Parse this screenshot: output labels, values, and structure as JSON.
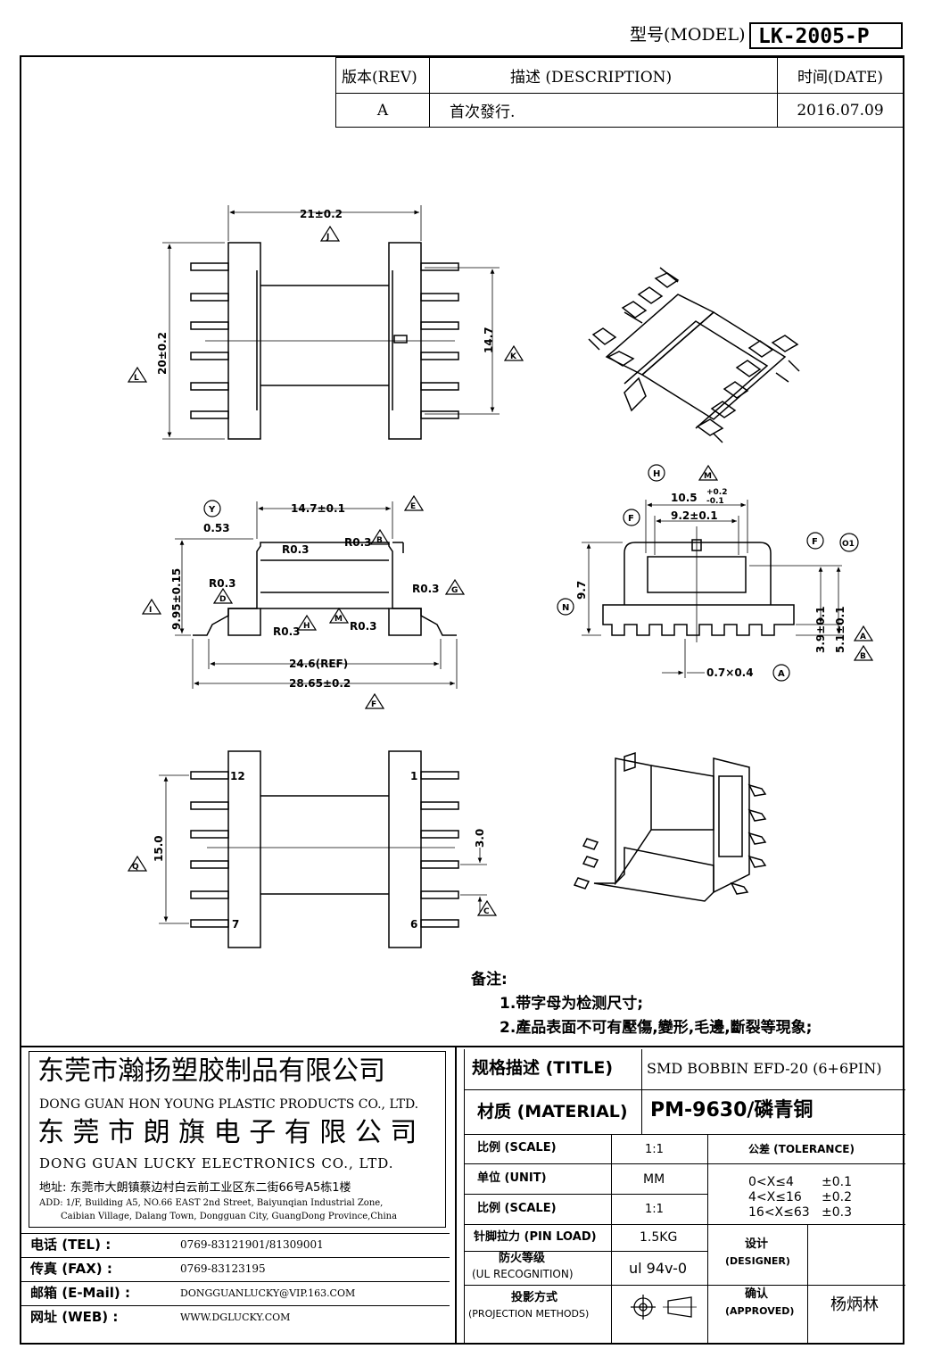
{
  "header": {
    "model_label": "型号(MODEL)",
    "model_value": "LK-2005-P"
  },
  "revision_table": {
    "headers": [
      "版本(REV)",
      "描述 (DESCRIPTION)",
      "时间(DATE)"
    ],
    "rows": [
      {
        "rev": "A",
        "description": "首次發行.",
        "date": "2016.07.09"
      }
    ]
  },
  "dimensions": {
    "top_width": "21±0.2",
    "top_height": "20±0.2",
    "top_inner": "14.7",
    "side_inner_width": "14.7±0.1",
    "side_offset": "0.53",
    "side_height": "9.95±0.15",
    "r_left1": "R0.3",
    "r_left2": "R0.3",
    "r_top": "R0.3",
    "r_right": "R0.3",
    "r_bottom1": "R0.3",
    "r_bottom2": "R0.3",
    "side_ref": "24.6(REF)",
    "side_total": "28.65±0.2",
    "front_width": "10.5",
    "front_tol_plus": "+0.2",
    "front_tol_minus": "-0.1",
    "front_inner": "9.2±0.1",
    "front_height": "9.7",
    "front_pin": "0.7×0.4",
    "front_h1": "3.9±0.1",
    "front_h2": "5.1±0.1",
    "bottom_pitch_total": "15.0",
    "bottom_pitch": "3.0",
    "pin_12": "12",
    "pin_1": "1",
    "pin_7": "7",
    "pin_6": "6"
  },
  "markers": {
    "J": "J",
    "L": "L",
    "K": "K",
    "Y": "Y",
    "E": "E",
    "I": "I",
    "D": "D",
    "B": "B",
    "G": "G",
    "H": "H",
    "M": "M",
    "F": "F",
    "Ol": "O1",
    "N": "N",
    "A": "A",
    "C": "C",
    "Q": "Q"
  },
  "notes": {
    "title": "备注:",
    "items": [
      "1.带字母为检测尺寸;",
      "2.產品表面不可有壓傷,變形,毛邊,斷裂等現象;"
    ]
  },
  "company": {
    "name1_cn": "东莞市瀚扬塑胶制品有限公司",
    "name1_en": "DONG GUAN HON YOUNG PLASTIC PRODUCTS CO., LTD.",
    "name2_cn": "东 莞 市 朗 旗 电 子 有 限 公 司",
    "name2_en": "DONG GUAN LUCKY ELECTRONICS CO., LTD.",
    "address_cn": "地址: 东莞市大朗镇蔡边村白云前工业区东二街66号A5栋1楼",
    "address_en1": "ADD: 1/F, Building A5, NO.66 EAST 2nd Street, Baiyunqian Industrial Zone,",
    "address_en2": "Caibian Village, Dalang Town, Dongguan City, GuangDong Province,China",
    "contacts": [
      {
        "label": "电话 (TEL) :",
        "value": "0769-83121901/81309001"
      },
      {
        "label": "传真 (FAX) :",
        "value": "0769-83123195"
      },
      {
        "label": "邮箱 (E-Mail) :",
        "value": "DONGGUANLUCKY@VIP.163.COM"
      },
      {
        "label": "网址 (WEB) :",
        "value": "WWW.DGLUCKY.COM"
      }
    ]
  },
  "spec": {
    "title_label": "规格描述 (TITLE)",
    "title_value": "SMD BOBBIN EFD-20 (6+6PIN)",
    "material_label": "材质 (MATERIAL)",
    "material_value": "PM-9630/磷青铜",
    "scale_label": "比例 (SCALE)",
    "scale_value": "1:1",
    "unit_label": "单位 (UNIT)",
    "unit_value": "MM",
    "scale2_label": "比例 (SCALE)",
    "scale2_value": "1:1",
    "pinload_label": "针脚拉力 (PIN LOAD)",
    "pinload_value": "1.5KG",
    "ul_label1": "防火等级",
    "ul_label2": "(UL RECOGNITION)",
    "ul_value": "ul 94v-0",
    "projection_label1": "投影方式",
    "projection_label2": "(PROJECTION METHODS)",
    "tolerance_label": "公差 (TOLERANCE)",
    "tolerances": [
      {
        "range": "0<X≤4",
        "value": "±0.1"
      },
      {
        "range": "4<X≤16",
        "value": "±0.2"
      },
      {
        "range": "16<X≤63",
        "value": "±0.3"
      }
    ],
    "designer_label1": "设计",
    "designer_label2": "(DESIGNER)",
    "approved_label1": "确认",
    "approved_label2": "(APPROVED)",
    "approved_value": "杨炳林"
  }
}
